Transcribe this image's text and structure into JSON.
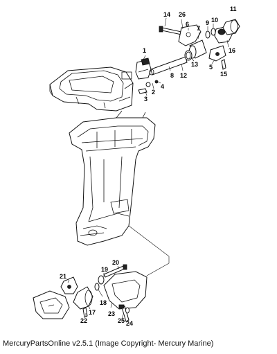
{
  "caption": "MercuryPartsOnline v2.5.1 (Image Copyright- Mercury Marine)",
  "callouts": [
    "1",
    "2",
    "3",
    "4",
    "5",
    "6",
    "7",
    "8",
    "9",
    "10",
    "11",
    "12",
    "13",
    "14",
    "15",
    "16",
    "17",
    "18",
    "19",
    "20",
    "21",
    "22",
    "23",
    "24",
    "25",
    "26"
  ]
}
